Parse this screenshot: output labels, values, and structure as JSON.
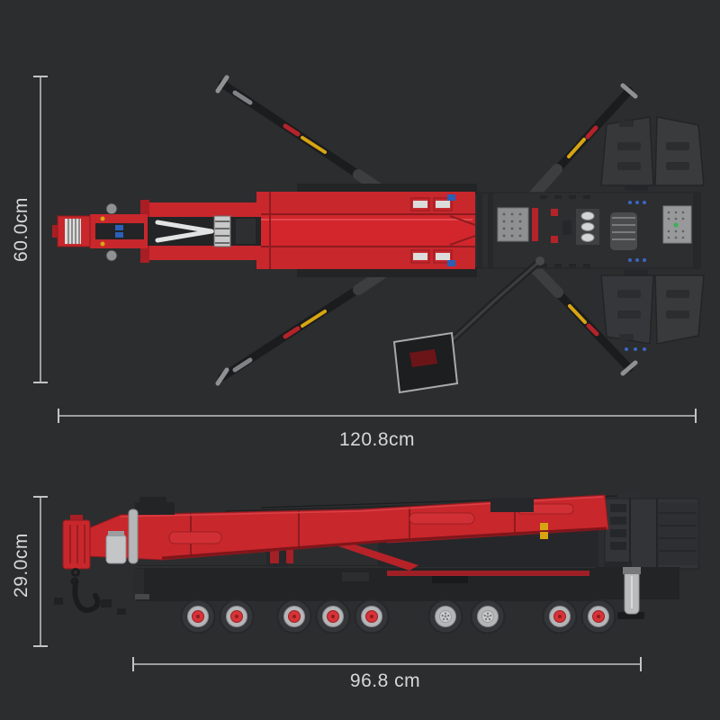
{
  "colors": {
    "background": "#2c2d2e",
    "crane_red": "#c8272c",
    "crane_red_bright": "#d3262c",
    "crane_red_dark": "#8e1b20",
    "chassis_dark": "#232426",
    "flap_gray": "#38393b",
    "accent_yellow": "#d8a512",
    "accent_blue": "#2b5fb8",
    "hub_red": "#d63438",
    "rim_gray": "#b4b6b8",
    "dimension_line": "#c3c4c6",
    "label_text": "#d6d7d8"
  },
  "top_view": {
    "height_label": "60.0cm",
    "length_label": "120.8cm"
  },
  "side_view": {
    "height_label": "29.0cm",
    "length_label": "96.8 cm"
  }
}
